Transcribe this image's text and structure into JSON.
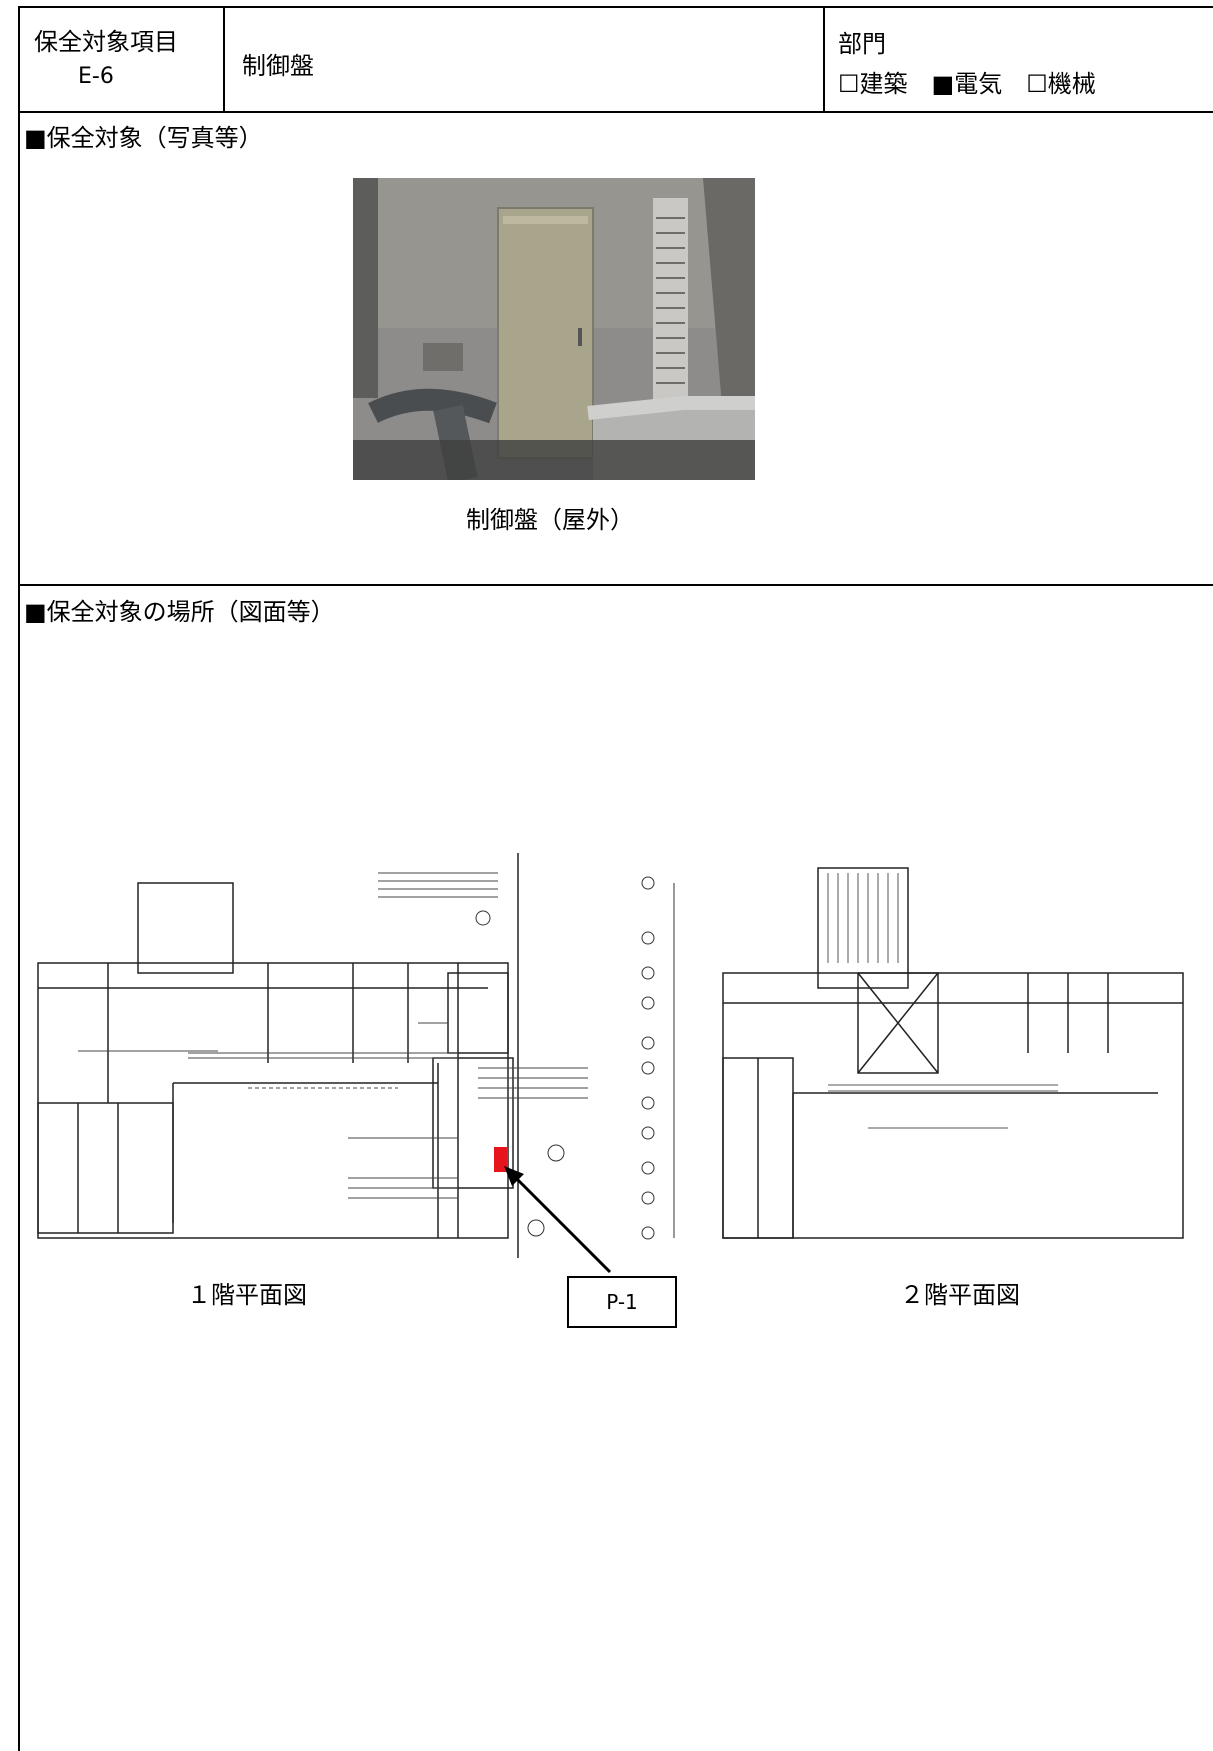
{
  "header": {
    "item_label": "保全対象項目",
    "item_code": "E-6",
    "item_name": "制御盤",
    "dept_label": "部門",
    "dept_options": "☐建築　■電気　☐機械"
  },
  "section_photo": {
    "title": "■保全対象（写真等）",
    "photo_caption": "制御盤（屋外）"
  },
  "section_location": {
    "title": "■保全対象の場所（図面等）",
    "plan1_label": "１階平面図",
    "plan2_label": "２階平面図",
    "callout_label": "P-1"
  },
  "colors": {
    "marker": "#e8141b",
    "cabinet": "#a9a58c",
    "wall": "#8f8e8c"
  }
}
